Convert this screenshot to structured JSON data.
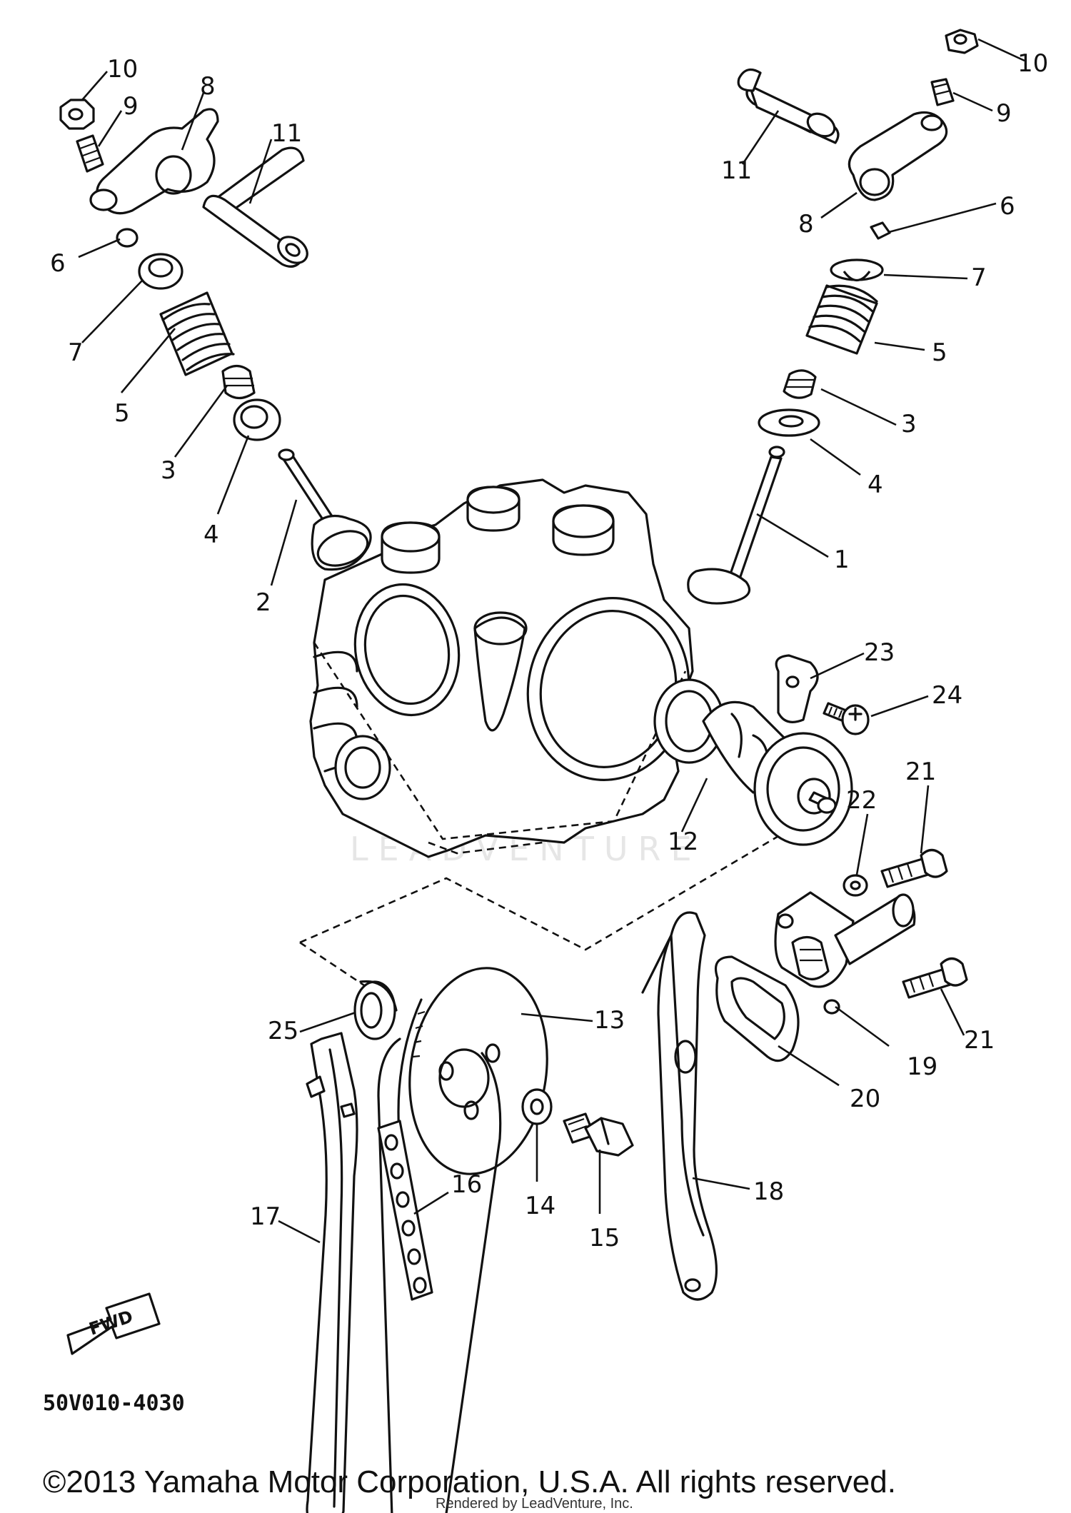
{
  "diagram_code": "50V010-4030",
  "copyright": "©2013 Yamaha Motor Corporation, U.S.A. All rights reserved.",
  "rendered_by": "Rendered by LeadVenture, Inc.",
  "watermark": "LEADVENTURE",
  "fwd_label": "FWD",
  "callouts": [
    {
      "id": "c10l",
      "text": "10"
    },
    {
      "id": "c9l",
      "text": "9"
    },
    {
      "id": "c8l",
      "text": "8"
    },
    {
      "id": "c11l",
      "text": "11"
    },
    {
      "id": "c6l",
      "text": "6"
    },
    {
      "id": "c7l",
      "text": "7"
    },
    {
      "id": "c5l",
      "text": "5"
    },
    {
      "id": "c3l",
      "text": "3"
    },
    {
      "id": "c4l",
      "text": "4"
    },
    {
      "id": "c2",
      "text": "2"
    },
    {
      "id": "c10r",
      "text": "10"
    },
    {
      "id": "c9r",
      "text": "9"
    },
    {
      "id": "c11r",
      "text": "11"
    },
    {
      "id": "c8r",
      "text": "8"
    },
    {
      "id": "c6r",
      "text": "6"
    },
    {
      "id": "c7r",
      "text": "7"
    },
    {
      "id": "c5r",
      "text": "5"
    },
    {
      "id": "c3r",
      "text": "3"
    },
    {
      "id": "c4r",
      "text": "4"
    },
    {
      "id": "c1",
      "text": "1"
    },
    {
      "id": "c23",
      "text": "23"
    },
    {
      "id": "c24",
      "text": "24"
    },
    {
      "id": "c12",
      "text": "12"
    },
    {
      "id": "c22",
      "text": "22"
    },
    {
      "id": "c21a",
      "text": "21"
    },
    {
      "id": "c21b",
      "text": "21"
    },
    {
      "id": "c19",
      "text": "19"
    },
    {
      "id": "c20",
      "text": "20"
    },
    {
      "id": "c13",
      "text": "13"
    },
    {
      "id": "c25",
      "text": "25"
    },
    {
      "id": "c14",
      "text": "14"
    },
    {
      "id": "c15",
      "text": "15"
    },
    {
      "id": "c16",
      "text": "16"
    },
    {
      "id": "c17",
      "text": "17"
    },
    {
      "id": "c18",
      "text": "18"
    }
  ]
}
